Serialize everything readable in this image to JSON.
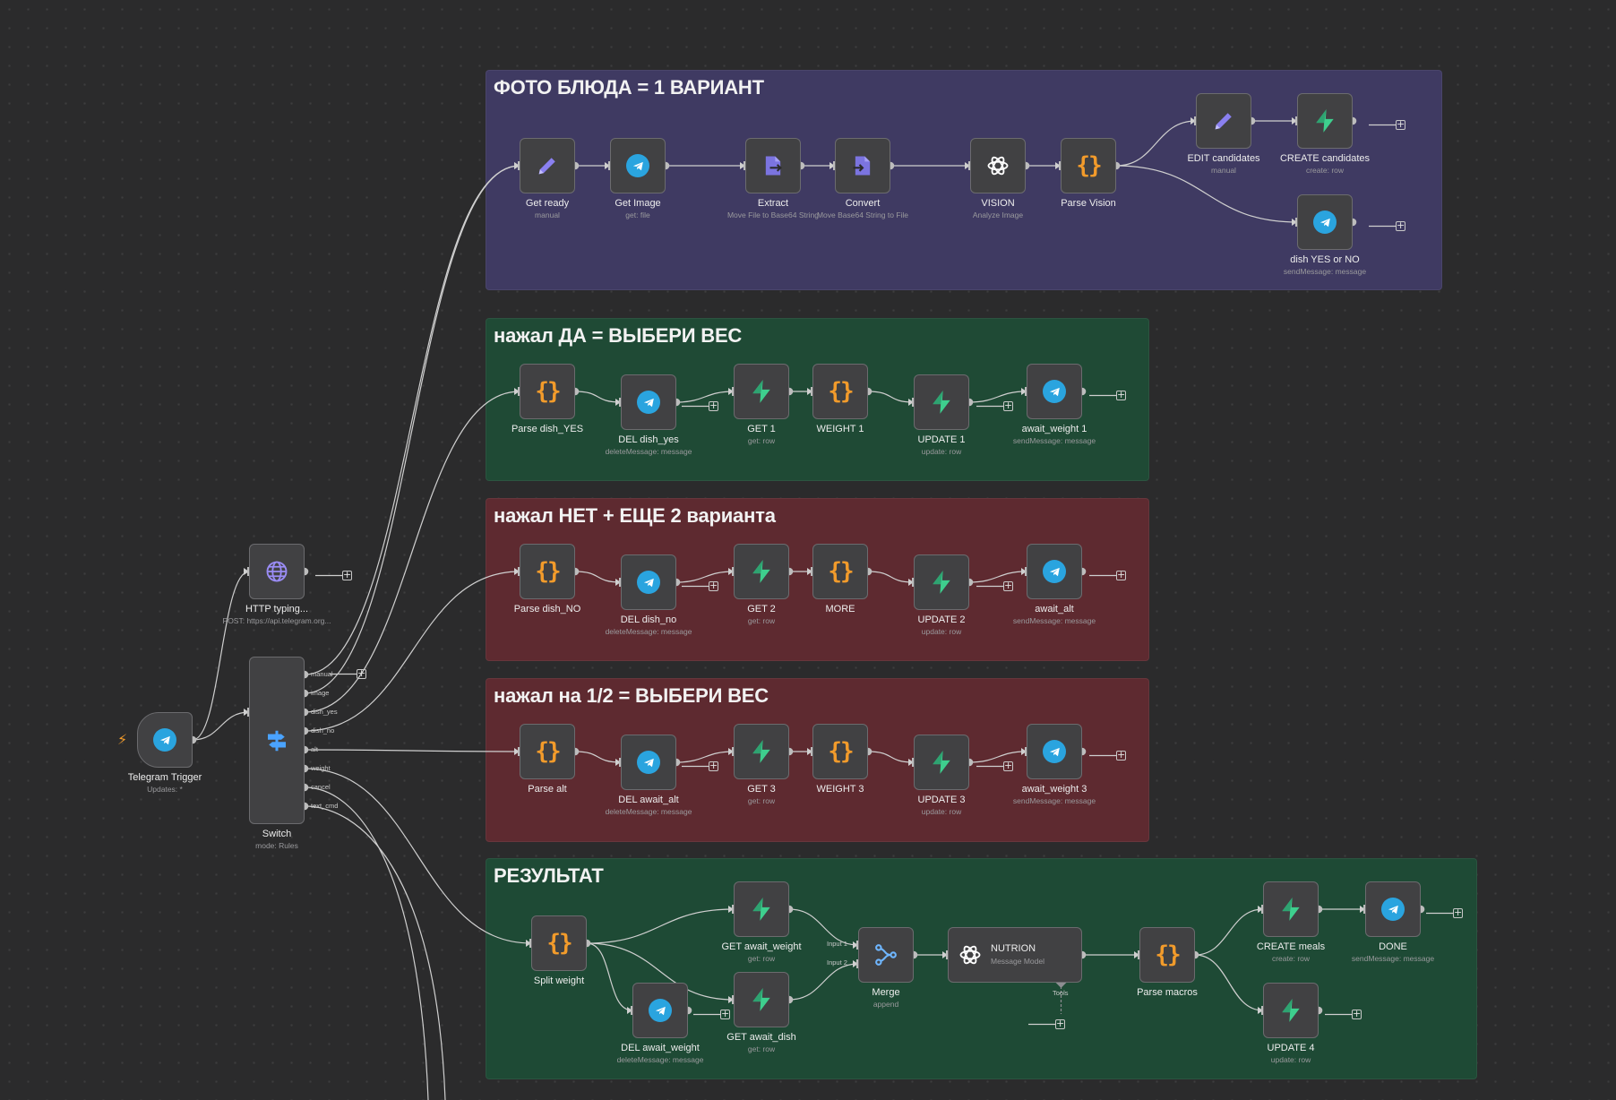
{
  "groups": [
    {
      "id": "g1",
      "title": "ФОТО БЛЮДА = 1 ВАРИАНТ",
      "color": "#3f3a62"
    },
    {
      "id": "g2",
      "title": "нажал ДА = ВЫБЕРИ ВЕС",
      "color": "#1f4a35"
    },
    {
      "id": "g3",
      "title": "нажал НЕТ + ЕЩЕ 2 варианта",
      "color": "#5e2a30"
    },
    {
      "id": "g4",
      "title": "нажал на 1/2 = ВЫБЕРИ ВЕС",
      "color": "#5e2a30"
    },
    {
      "id": "g5",
      "title": "РЕЗУЛЬТАТ",
      "color": "#1e4a35"
    }
  ],
  "nodes": [
    {
      "id": "trigger",
      "label": "Telegram Trigger",
      "sub": "Updates: *",
      "icon": "telegram-icon"
    },
    {
      "id": "http",
      "label": "HTTP typing...",
      "sub": "POST: https://api.telegram.org...",
      "icon": "globe-icon"
    },
    {
      "id": "switch",
      "label": "Switch",
      "sub": "mode: Rules",
      "icon": "switch-icon"
    },
    {
      "id": "getready",
      "label": "Get ready",
      "sub": "manual",
      "icon": "pencil-icon"
    },
    {
      "id": "getimage",
      "label": "Get Image",
      "sub": "get: file",
      "icon": "telegram-icon"
    },
    {
      "id": "extract",
      "label": "Extract",
      "sub": "Move File to Base64 String",
      "icon": "extract-file-icon"
    },
    {
      "id": "convert",
      "label": "Convert",
      "sub": "Move Base64 String to File",
      "icon": "convert-file-icon"
    },
    {
      "id": "vision",
      "label": "VISION",
      "sub": "Analyze Image",
      "icon": "openai-icon"
    },
    {
      "id": "parsevision",
      "label": "Parse Vision",
      "sub": "",
      "icon": "code-icon"
    },
    {
      "id": "editcand",
      "label": "EDIT candidates",
      "sub": "manual",
      "icon": "pencil-icon"
    },
    {
      "id": "createcand",
      "label": "CREATE candidates",
      "sub": "create: row",
      "icon": "supabase-icon"
    },
    {
      "id": "dishyesno",
      "label": "dish YES or NO",
      "sub": "sendMessage: message",
      "icon": "telegram-icon"
    },
    {
      "id": "parseyes",
      "label": "Parse dish_YES",
      "sub": "",
      "icon": "code-icon"
    },
    {
      "id": "delyes",
      "label": "DEL dish_yes",
      "sub": "deleteMessage: message",
      "icon": "telegram-icon"
    },
    {
      "id": "get1",
      "label": "GET 1",
      "sub": "get: row",
      "icon": "supabase-icon"
    },
    {
      "id": "weight1",
      "label": "WEIGHT 1",
      "sub": "",
      "icon": "code-icon"
    },
    {
      "id": "update1",
      "label": "UPDATE 1",
      "sub": "update: row",
      "icon": "supabase-icon"
    },
    {
      "id": "await1",
      "label": "await_weight 1",
      "sub": "sendMessage: message",
      "icon": "telegram-icon"
    },
    {
      "id": "parseno",
      "label": "Parse dish_NO",
      "sub": "",
      "icon": "code-icon"
    },
    {
      "id": "delno",
      "label": "DEL dish_no",
      "sub": "deleteMessage: message",
      "icon": "telegram-icon"
    },
    {
      "id": "get2",
      "label": "GET 2",
      "sub": "get: row",
      "icon": "supabase-icon"
    },
    {
      "id": "more",
      "label": "MORE",
      "sub": "",
      "icon": "code-icon"
    },
    {
      "id": "update2",
      "label": "UPDATE 2",
      "sub": "update: row",
      "icon": "supabase-icon"
    },
    {
      "id": "awaitalt",
      "label": "await_alt",
      "sub": "sendMessage: message",
      "icon": "telegram-icon"
    },
    {
      "id": "parsealt",
      "label": "Parse alt",
      "sub": "",
      "icon": "code-icon"
    },
    {
      "id": "delawaitalt",
      "label": "DEL await_alt",
      "sub": "deleteMessage: message",
      "icon": "telegram-icon"
    },
    {
      "id": "get3",
      "label": "GET 3",
      "sub": "get: row",
      "icon": "supabase-icon"
    },
    {
      "id": "weight3",
      "label": "WEIGHT 3",
      "sub": "",
      "icon": "code-icon"
    },
    {
      "id": "update3",
      "label": "UPDATE 3",
      "sub": "update: row",
      "icon": "supabase-icon"
    },
    {
      "id": "await3",
      "label": "await_weight 3",
      "sub": "sendMessage: message",
      "icon": "telegram-icon"
    },
    {
      "id": "splitweight",
      "label": "Split weight",
      "sub": "",
      "icon": "code-icon"
    },
    {
      "id": "getawaitweight",
      "label": "GET await_weight",
      "sub": "get: row",
      "icon": "supabase-icon"
    },
    {
      "id": "delawaitweight",
      "label": "DEL await_weight",
      "sub": "deleteMessage: message",
      "icon": "telegram-icon"
    },
    {
      "id": "getawaitdish",
      "label": "GET await_dish",
      "sub": "get: row",
      "icon": "supabase-icon"
    },
    {
      "id": "merge",
      "label": "Merge",
      "sub": "append",
      "icon": "merge-icon"
    },
    {
      "id": "nutrion",
      "label": "NUTRION",
      "sub": "Message Model",
      "icon": "openai-icon"
    },
    {
      "id": "parsemacros",
      "label": "Parse macros",
      "sub": "",
      "icon": "code-icon"
    },
    {
      "id": "createmeals",
      "label": "CREATE meals",
      "sub": "create: row",
      "icon": "supabase-icon"
    },
    {
      "id": "done",
      "label": "DONE",
      "sub": "sendMessage: message",
      "icon": "telegram-icon"
    },
    {
      "id": "update4",
      "label": "UPDATE 4",
      "sub": "update: row",
      "icon": "supabase-icon"
    }
  ],
  "switch_outputs": [
    "manual",
    "image",
    "dish_yes",
    "dish_no",
    "alt",
    "weight",
    "cancel",
    "text_cmd"
  ],
  "merge_inputs": [
    "Input 1",
    "Input 2"
  ],
  "nutrion_port": "Tools",
  "colors": {
    "canvas": "#2b2b2c",
    "node": "#414143",
    "wire": "#cfcfcf",
    "telegram": "#2aa4df",
    "code": "#f29b2b",
    "supabase": "#3ecf8e",
    "pencil": "#8a80f0",
    "openai": "#ffffff"
  }
}
